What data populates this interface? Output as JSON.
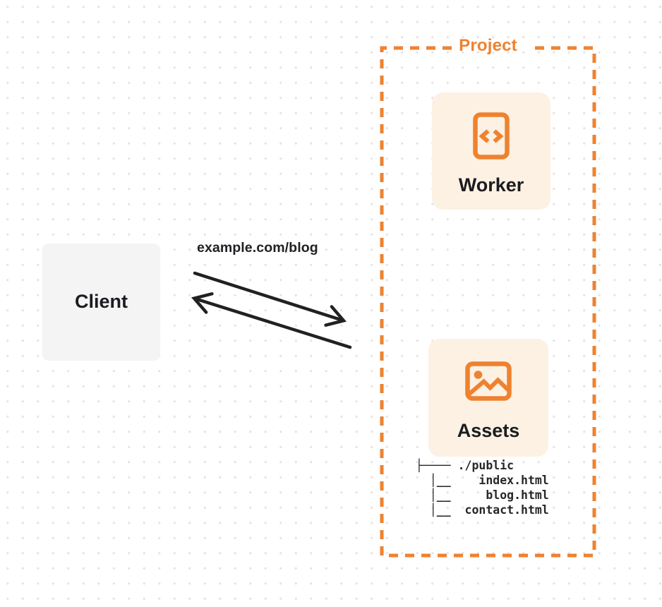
{
  "diagram_title": "Project",
  "colors": {
    "accent_orange": "#ee8230",
    "card_cream": "#fcf1e3",
    "client_gray": "#f4f4f5",
    "ink": "#1b1c1f",
    "arrow": "#212124",
    "grid_dot": "#e4e4e8"
  },
  "client": {
    "label": "Client"
  },
  "request": {
    "url_label": "example.com/blog"
  },
  "project": {
    "label": "Project",
    "worker": {
      "label": "Worker",
      "icon": "code-file-icon"
    },
    "assets": {
      "label": "Assets",
      "icon": "image-icon",
      "file_tree": [
        "├──── ./public",
        "  │__    index.html",
        "  │__     blog.html",
        "  │__  contact.html"
      ]
    }
  }
}
